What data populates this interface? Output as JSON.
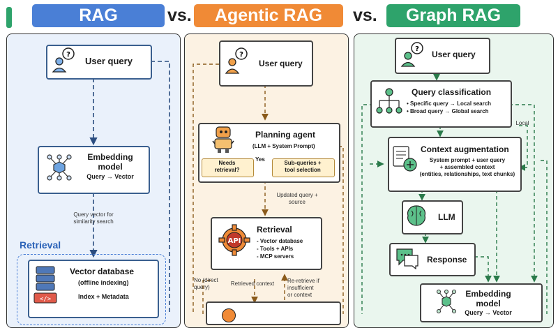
{
  "header": {
    "rag_title": "RAG",
    "vs1": "vs.",
    "agentic_title": "Agentic RAG",
    "vs2": "vs.",
    "graph_title": "Graph RAG"
  },
  "colors": {
    "rag": "#4a7fd6",
    "agentic": "#f08a36",
    "graph": "#2ea36b",
    "rag_panel": "#eaf1fb",
    "agentic_panel": "#fcf2e3",
    "graph_panel": "#eaf6ee",
    "box_border": "#3a5f8f"
  },
  "rag": {
    "user_query": "User query",
    "embedding_title": "Embedding\nmodel",
    "embedding_sub": "Query → Vector",
    "edge_note": "Query vector for\nsimilarity search",
    "retrieval_label": "Retrieval",
    "vectordb_title": "Vector database",
    "vectordb_sub": "(offline indexing)",
    "vectordb_sub2": "Index + Metadata"
  },
  "agentic": {
    "user_query": "User query",
    "planning_title": "Planning agent",
    "planning_sub": "(LLM + System Prompt)",
    "needs_retrieval": "Needs\nretrieval?",
    "yes": "Yes",
    "subqueries": "Sub-queries +\ntool selection",
    "updated_note": "Updated query +\nsource",
    "retrieval_title": "Retrieval",
    "retrieval_items": [
      "- Vector database",
      "- Tools + APIs",
      "- MCP servers"
    ],
    "no_direct": "No (direct\nquery)",
    "retrieved_ctx": "Retrieved context",
    "reretrieve": "Re-retrieve if\ninsufficient\nor context"
  },
  "graph": {
    "user_query": "User query",
    "classification_title": "Query classification",
    "classification_items": [
      "• Specific query → Local search",
      "• Broad query → Global search"
    ],
    "local": "Local",
    "context_title": "Context augmentation",
    "context_sub": "System prompt + user query\n+ assembled context\n(entities, relationships, text chunks)",
    "llm": "LLM",
    "response": "Response",
    "embedding_title": "Embedding\nmodel",
    "embedding_sub": "Query → Vector"
  }
}
